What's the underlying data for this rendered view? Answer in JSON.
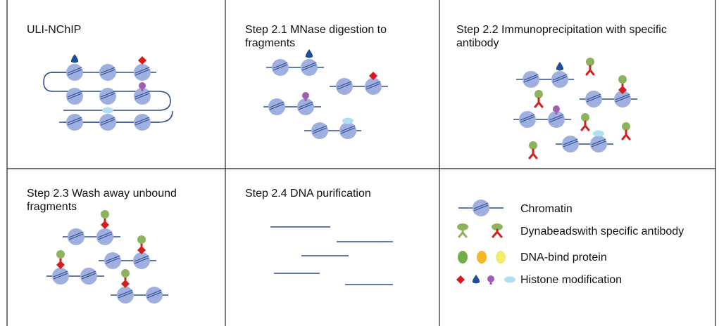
{
  "panels": {
    "p1": {
      "title": "ULI-NChIP"
    },
    "p2": {
      "title": "Step 2.1 MNase digestion to fragments"
    },
    "p3": {
      "title": "Step 2.2 Immunoprecipitation with specific antibody"
    },
    "p4": {
      "title": "Step 2.3 Wash away unbound fragments"
    },
    "p5": {
      "title": "Step 2.4 DNA purification"
    }
  },
  "legend": {
    "chromatin": "Chromatin",
    "dynabeads": "Dynabeadswith specific antibody",
    "dna_bind": "DNA-bind protein",
    "histone": "Histone modification"
  },
  "colors": {
    "nucleosome": "#9fb0e0",
    "dna": "#2e4f8f",
    "red_mark": "#e0161b",
    "blue_mark": "#1f4e96",
    "purple_mark": "#a15db0",
    "cyan_mark": "#aedff2",
    "bead": "#8db35f",
    "antibody": "#d21f1f",
    "protein_green": "#6fb04a",
    "protein_orange": "#f7b52b",
    "protein_yellow": "#f3ec6a"
  }
}
